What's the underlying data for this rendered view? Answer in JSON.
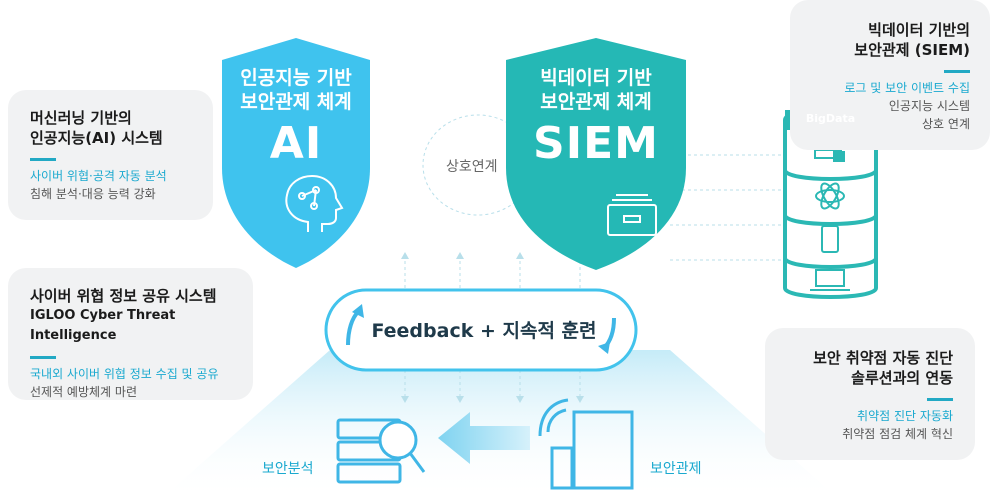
{
  "left_cards": [
    {
      "title_lines": [
        "머신러닝 기반의",
        "인공지능(AI) 시스템"
      ],
      "highlight": "사이버 위협·공격 자동 분석",
      "sub": "침해 분석·대응 능력 강화"
    },
    {
      "title_lines": [
        "사이버 위협 정보 공유 시스템",
        "IGLOO Cyber Threat Intelligence"
      ],
      "highlight": "국내외 사이버 위협 정보 수집 및 공유",
      "sub": "선제적 예방체계 마련"
    }
  ],
  "right_cards": [
    {
      "title_lines": [
        "빅데이터 기반의",
        "보안관제 (SIEM)"
      ],
      "highlight": "로그 및 보안 이벤트 수집",
      "sub_lines": [
        "인공지능 시스템",
        "상호 연계"
      ]
    },
    {
      "title_lines": [
        "보안 취약점 자동 진단",
        "솔루션과의 연동"
      ],
      "highlight": "취약점 진단 자동화",
      "sub": "취약점 점검 체계 혁신"
    }
  ],
  "shield_ai": {
    "title_lines": [
      "인공지능 기반",
      "보안관제 체계"
    ],
    "big": "AI"
  },
  "shield_siem": {
    "title_lines": [
      "빅데이터 기반",
      "보안관제 체계"
    ],
    "big": "SIEM"
  },
  "link_label": "상호연계",
  "feedback_label": "Feedback + 지속적 훈련",
  "bigdata_label": "BigData",
  "bottom_left_label": "보안분석",
  "bottom_right_label": "보안관제",
  "colors": {
    "ai_shield": "#3fc3ee",
    "siem_shield": "#25b8b5",
    "accent": "#1aa9cf",
    "card_bg": "#f1f2f3"
  },
  "icons": [
    "ai-head-icon",
    "file-drawer-icon",
    "server-lock-icon",
    "atom-icon",
    "mobile-phone-icon",
    "laptop-icon",
    "server-search-icon",
    "building-signal-icon",
    "arrow-left-icon"
  ]
}
